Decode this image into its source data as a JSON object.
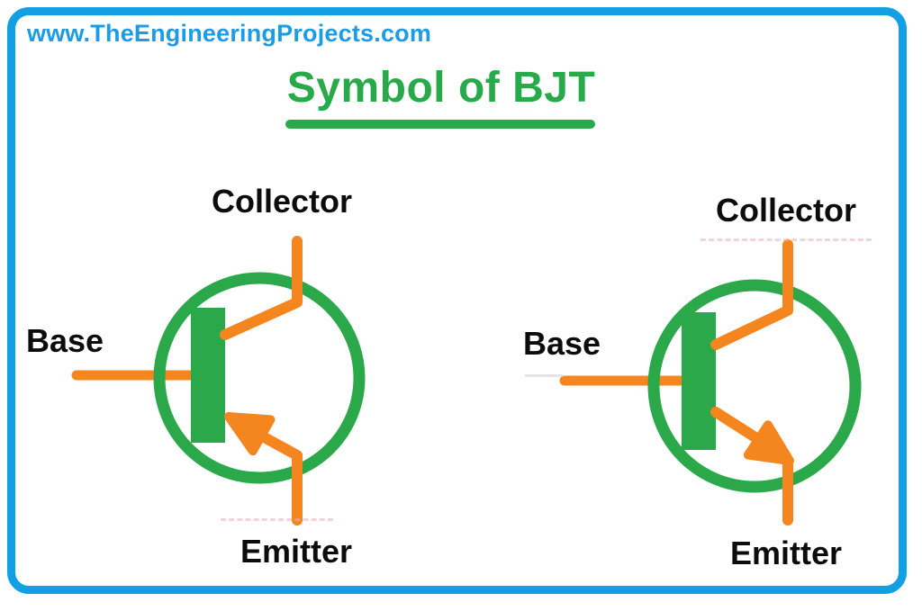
{
  "watermark": {
    "url_text": "www.TheEngineeringProjects.com"
  },
  "header": {
    "title": "Symbol of BJT"
  },
  "figures": {
    "left": {
      "symbol": "pnp-transistor-symbol",
      "collector_label": "Collector",
      "base_label": "Base",
      "emitter_label": "Emitter"
    },
    "right": {
      "symbol": "npn-transistor-symbol",
      "collector_label": "Collector",
      "base_label": "Base",
      "emitter_label": "Emitter"
    }
  },
  "colors": {
    "frame_blue": "#12A0E3",
    "watermark_blue": "#1B9CE5",
    "title_green": "#28A94A",
    "symbol_green": "#2BA84A",
    "lead_orange": "#F5851F",
    "label_black": "#0C0C0C"
  }
}
